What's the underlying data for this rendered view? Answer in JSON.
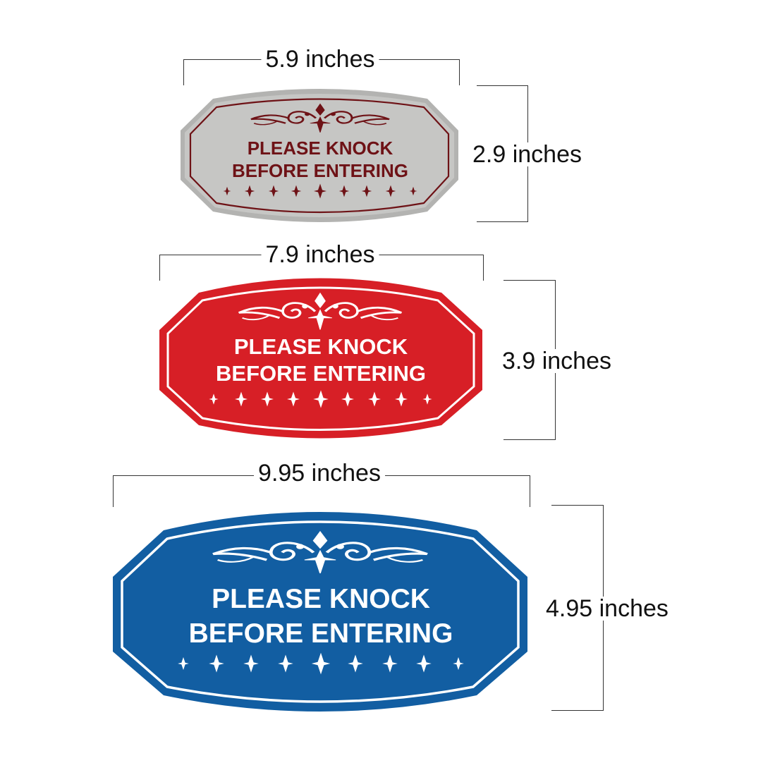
{
  "signs": [
    {
      "text_line1": "PLEASE KNOCK",
      "text_line2": "BEFORE ENTERING",
      "width_label": "5.9 inches",
      "height_label": "2.9 inches",
      "face_color": "#c6c6c4",
      "trim_color": "#6e1216",
      "edge_color": "#b3b3b1"
    },
    {
      "text_line1": "PLEASE KNOCK",
      "text_line2": "BEFORE ENTERING",
      "width_label": "7.9 inches",
      "height_label": "3.9 inches",
      "face_color": "#d71f26",
      "trim_color": "#ffffff",
      "edge_color": "#d71f26"
    },
    {
      "text_line1": "PLEASE KNOCK",
      "text_line2": "BEFORE ENTERING",
      "width_label": "9.95 inches",
      "height_label": "4.95 inches",
      "face_color": "#125ea2",
      "trim_color": "#ffffff",
      "edge_color": "#125ea2"
    }
  ]
}
